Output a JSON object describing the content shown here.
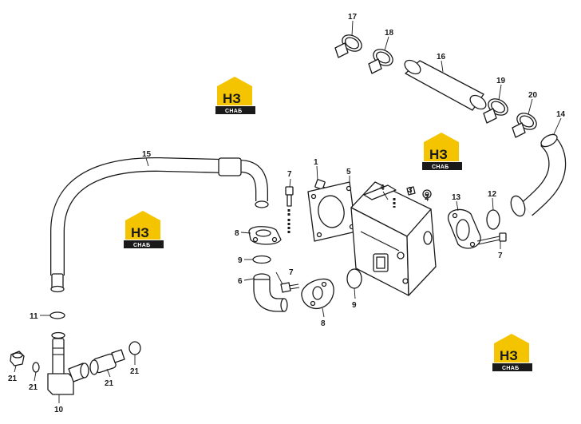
{
  "watermark": {
    "mark": "НЗ",
    "text": "СНАБ",
    "accent": "#f5c400",
    "dark": "#1a1a1a"
  },
  "parts": [
    {
      "id": "p1",
      "label": "1"
    },
    {
      "id": "p2",
      "label": "2"
    },
    {
      "id": "p3",
      "label": "3"
    },
    {
      "id": "p4",
      "label": "4"
    },
    {
      "id": "p5",
      "label": "5"
    },
    {
      "id": "p6",
      "label": "6"
    },
    {
      "id": "p7a",
      "label": "7"
    },
    {
      "id": "p7b",
      "label": "7"
    },
    {
      "id": "p7c",
      "label": "7"
    },
    {
      "id": "p8a",
      "label": "8"
    },
    {
      "id": "p8b",
      "label": "8"
    },
    {
      "id": "p9a",
      "label": "9"
    },
    {
      "id": "p9b",
      "label": "9"
    },
    {
      "id": "p10",
      "label": "10"
    },
    {
      "id": "p11",
      "label": "11"
    },
    {
      "id": "p12",
      "label": "12"
    },
    {
      "id": "p13",
      "label": "13"
    },
    {
      "id": "p14",
      "label": "14"
    },
    {
      "id": "p15",
      "label": "15"
    },
    {
      "id": "p16",
      "label": "16"
    },
    {
      "id": "p17",
      "label": "17"
    },
    {
      "id": "p18",
      "label": "18"
    },
    {
      "id": "p19",
      "label": "19"
    },
    {
      "id": "p20",
      "label": "20"
    },
    {
      "id": "p21a",
      "label": "21"
    },
    {
      "id": "p21b",
      "label": "21"
    },
    {
      "id": "p21c",
      "label": "21"
    },
    {
      "id": "p21d",
      "label": "21"
    }
  ]
}
